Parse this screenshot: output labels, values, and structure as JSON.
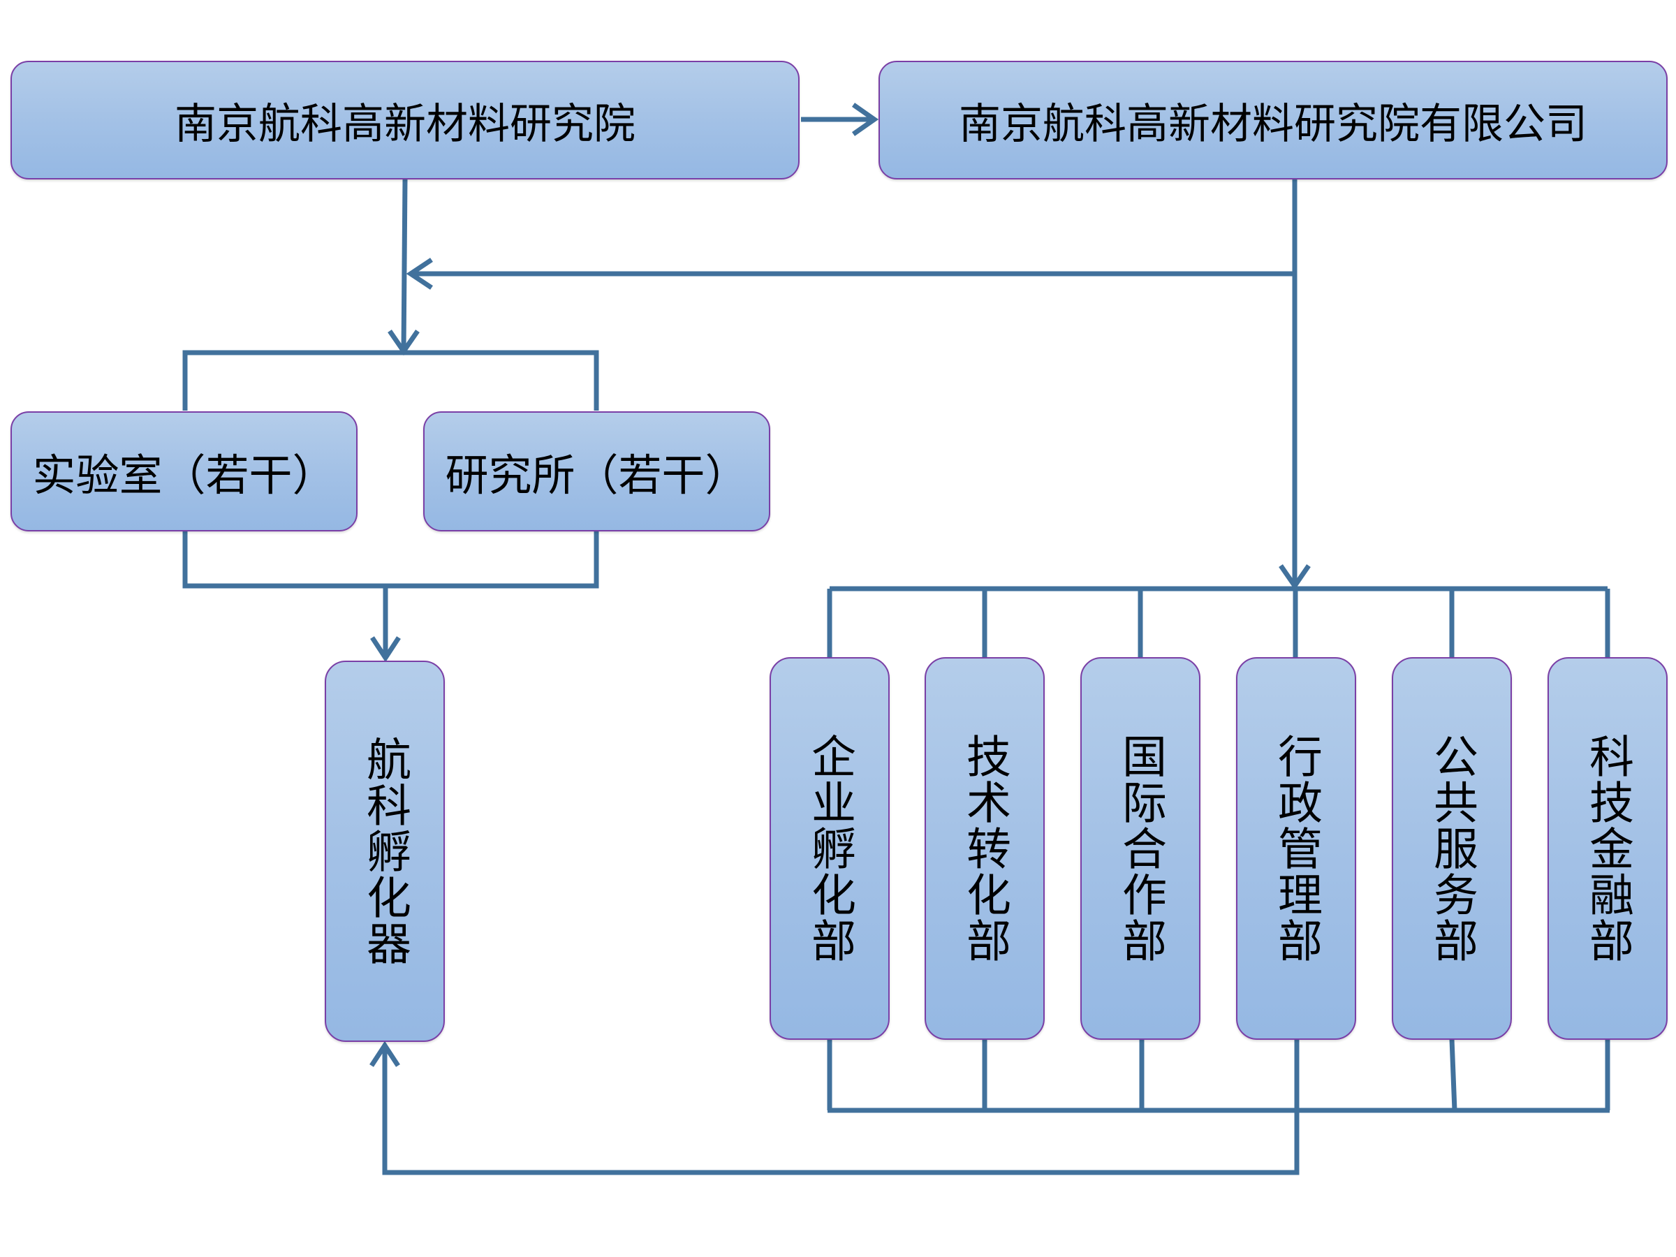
{
  "diagram": {
    "type": "organization-chart",
    "colors": {
      "box_fill_top": "#b4cdea",
      "box_fill_bottom": "#95b8e3",
      "box_border": "#7a3fa6",
      "connector": "#41719c",
      "text": "#000000"
    },
    "top": {
      "institute": "南京航科高新材料研究院",
      "company": "南京航科高新材料研究院有限公司"
    },
    "units": {
      "lab": "实验室（若干）",
      "research_institute": "研究所（若干）",
      "incubator": "航科孵化器"
    },
    "departments": [
      {
        "label": "企业孵化部"
      },
      {
        "label": "技术转化部"
      },
      {
        "label": "国际合作部"
      },
      {
        "label": "行政管理部"
      },
      {
        "label": "公共服务部"
      },
      {
        "label": "科技金融部"
      }
    ],
    "edges": [
      {
        "from": "南京航科高新材料研究院",
        "to": "南京航科高新材料研究院有限公司"
      },
      {
        "from": "南京航科高新材料研究院",
        "to": "实验室/研究所"
      },
      {
        "from": "南京航科高新材料研究院有限公司",
        "to": "实验室/研究所"
      },
      {
        "from": "南京航科高新材料研究院有限公司",
        "to": "各部门"
      },
      {
        "from": "实验室/研究所",
        "to": "航科孵化器"
      },
      {
        "from": "各部门",
        "to": "航科孵化器"
      }
    ]
  }
}
